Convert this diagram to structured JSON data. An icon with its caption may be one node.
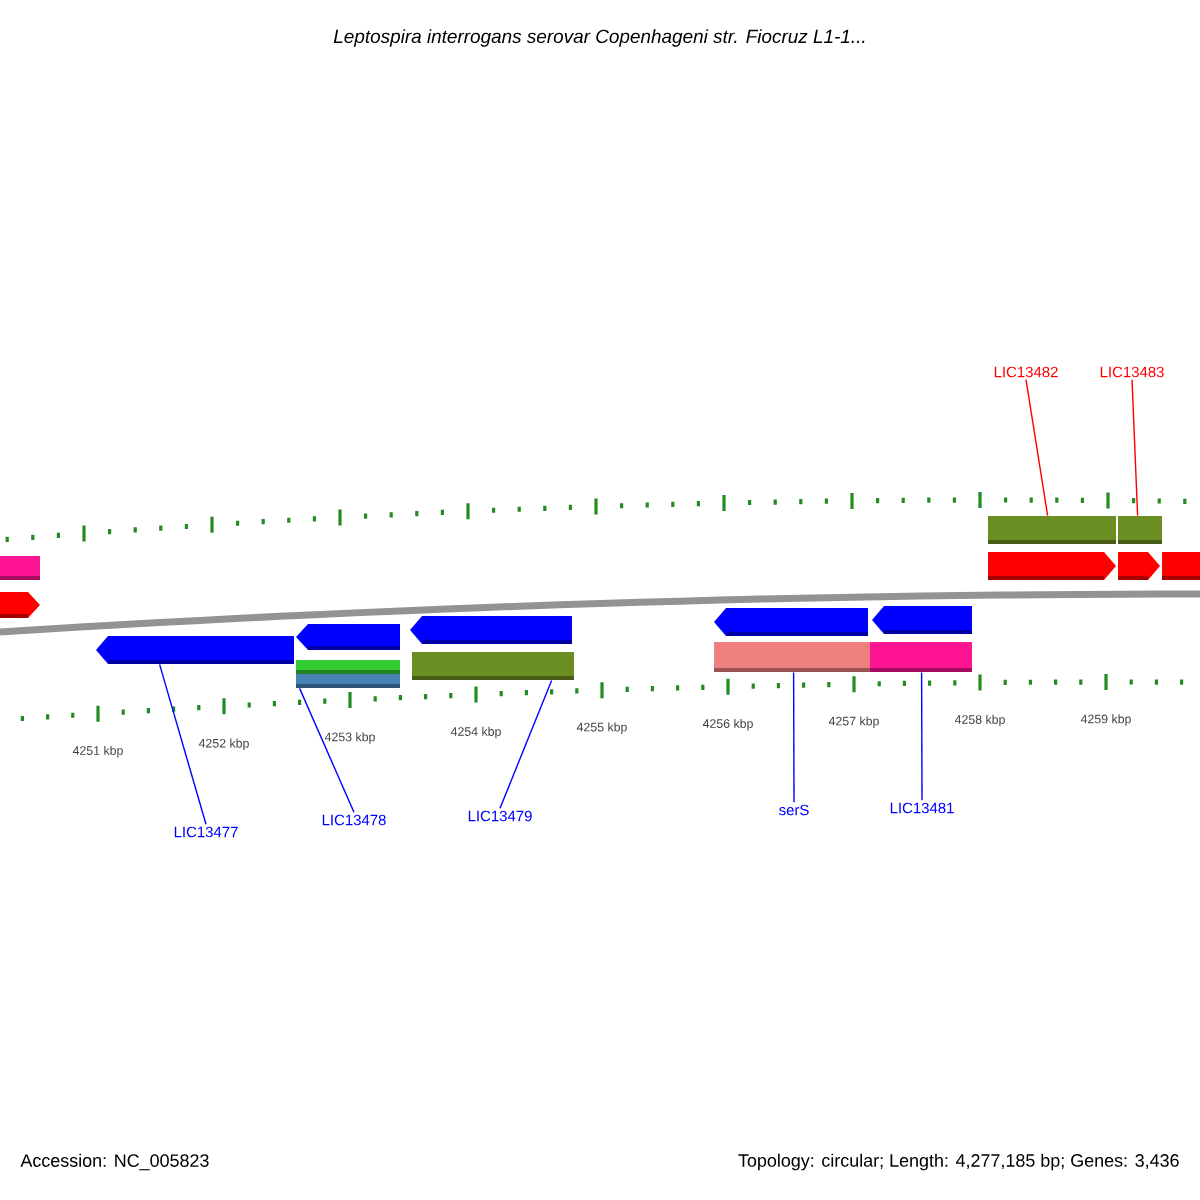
{
  "diagram": {
    "title": "Leptospira interrogans serovar Copenhageni str. Fiocruz L1-1...",
    "nodes": [
      {
        "text": [
          "LIC13482"
        ]
      },
      {
        "text": [
          "LIC13483"
        ]
      },
      {
        "text": [
          "LIC13477"
        ]
      },
      {
        "text": [
          "LIC13478"
        ]
      },
      {
        "text": [
          "LIC13479"
        ]
      },
      {
        "text": [
          "serS"
        ]
      },
      {
        "text": [
          "LIC13481"
        ]
      },
      {
        "text": [],
        "shape": "arrow"
      },
      {
        "text": [],
        "shape": "box"
      },
      {
        "text": [],
        "shape": "box"
      },
      {
        "text": [],
        "shape": "box"
      },
      {
        "text": [],
        "shape": "box"
      },
      {
        "text": [],
        "shape": "box"
      },
      {
        "text": [],
        "shape": "box"
      }
    ],
    "edges": [
      {
        "from": 0,
        "to": 12,
        "arrow": "none",
        "color": "#ff0000"
      },
      {
        "from": 1,
        "to": 13,
        "arrow": "none",
        "color": "#ff0000"
      },
      {
        "from": 2,
        "to": 7,
        "arrow": "none"
      },
      {
        "from": 3,
        "to": 8,
        "arrow": "none"
      },
      {
        "from": 4,
        "to": 9,
        "arrow": "none"
      },
      {
        "from": 5,
        "to": 10,
        "arrow": "none"
      },
      {
        "from": 6,
        "to": 11,
        "arrow": "none"
      }
    ],
    "labels": [
      "4251 kbp",
      "4252 kbp",
      "4253 kbp",
      "4254 kbp",
      "4255 kbp",
      "4256 kbp",
      "4257 kbp",
      "4258 kbp",
      "4259 kbp",
      "Accession: NC_005823",
      "Topology: circular; Length: 4,277,185 bp; Genes: 3,436"
    ]
  }
}
